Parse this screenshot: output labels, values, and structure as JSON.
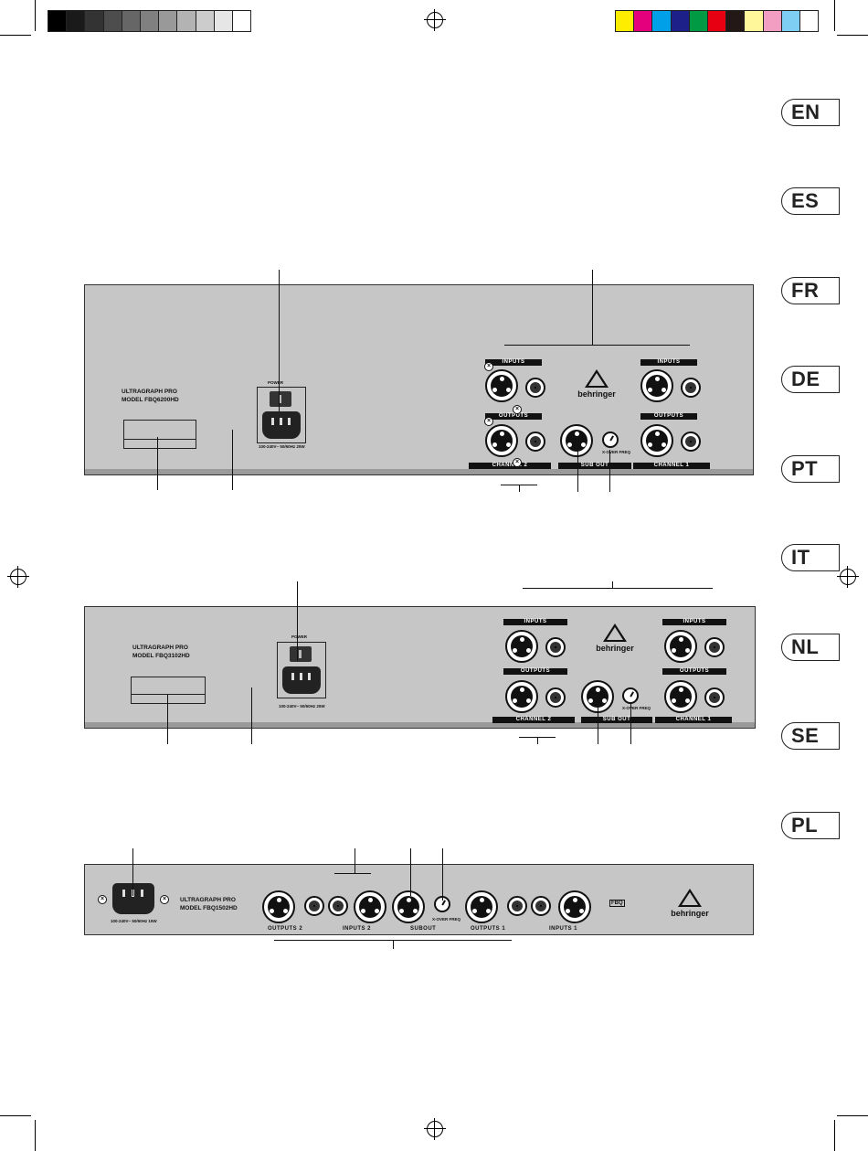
{
  "languages": [
    "EN",
    "ES",
    "FR",
    "DE",
    "PT",
    "IT",
    "NL",
    "SE",
    "PL"
  ],
  "print_marks": {
    "grays": [
      "#000000",
      "#1a1a1a",
      "#333333",
      "#4d4d4d",
      "#666666",
      "#808080",
      "#999999",
      "#b3b3b3",
      "#cccccc",
      "#e6e6e6",
      "#ffffff"
    ],
    "colors": [
      "#ffed00",
      "#e4007c",
      "#00a0e9",
      "#1d2088",
      "#009944",
      "#e60012",
      "#231815",
      "#fff799",
      "#f19ec2",
      "#7ecef4",
      "#ffffff"
    ]
  },
  "panel1": {
    "model_line1": "ULTRAGRAPH PRO",
    "model_line2": "MODEL FBQ6200HD",
    "power_label": "POWER",
    "voltage": "100-240V~ 50/60Hz 25W",
    "inputs_label": "INPUTS",
    "outputs_label": "OUTPUTS",
    "channel2_label": "CHANNEL 2",
    "channel1_label": "CHANNEL 1",
    "sub_out_label": "SUB OUT",
    "xover_label": "X-OVER FREQ",
    "brand": "behringer"
  },
  "panel2": {
    "model_line1": "ULTRAGRAPH PRO",
    "model_line2": "MODEL FBQ3102HD",
    "power_label": "POWER",
    "voltage": "100-240V~ 50/60Hz 25W",
    "inputs_label": "INPUTS",
    "outputs_label": "OUTPUTS",
    "channel2_label": "CHANNEL 2",
    "channel1_label": "CHANNEL 1",
    "sub_out_label": "SUB OUT",
    "xover_label": "X-OVER FREQ",
    "brand": "behringer"
  },
  "panel3": {
    "model_line1": "ULTRAGRAPH PRO",
    "model_line2": "MODEL FBQ1502HD",
    "voltage": "100-240V~ 50/60Hz 15W",
    "outputs2_label": "OUTPUTS 2",
    "inputs2_label": "INPUTS 2",
    "subout_label": "SUBOUT",
    "outputs1_label": "OUTPUTS 1",
    "inputs1_label": "INPUTS 1",
    "xover_label": "X-OVER FREQ",
    "fbq_label": "FBQ",
    "brand": "behringer"
  }
}
